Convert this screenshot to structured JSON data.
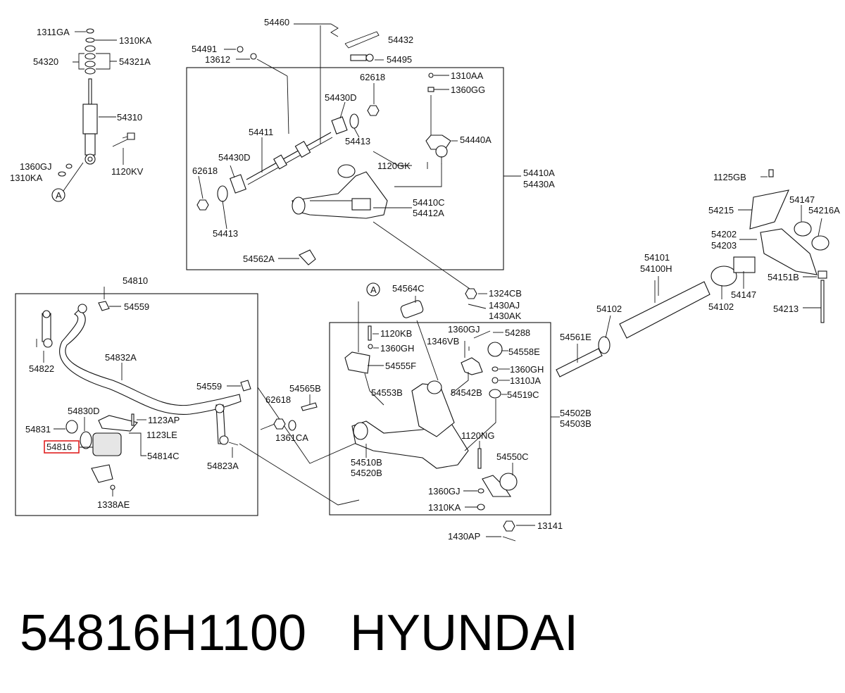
{
  "footer": {
    "part_number": "54816H1100",
    "brand": "HYUNDAI"
  },
  "highlight": "54816",
  "labels": {
    "l_1311GA": "1311GA",
    "l_1310KA_a": "1310KA",
    "l_54320": "54320",
    "l_54321A": "54321A",
    "l_54310": "54310",
    "l_1360GJ_a": "1360GJ",
    "l_1310KA_b": "1310KA",
    "l_1120KV": "1120KV",
    "l_A_1": "A",
    "l_54460": "54460",
    "l_54432": "54432",
    "l_54491": "54491",
    "l_13612": "13612",
    "l_54495": "54495",
    "l_62618_a": "62618",
    "l_1310AA": "1310AA",
    "l_1360GG": "1360GG",
    "l_54430D_a": "54430D",
    "l_54413_a": "54413",
    "l_54411": "54411",
    "l_54440A": "54440A",
    "l_54430D_b": "54430D",
    "l_1120GK": "1120GK",
    "l_62618_b": "62618",
    "l_54410A": "54410A",
    "l_54430A": "54430A",
    "l_54410C": "54410C",
    "l_54412A": "54412A",
    "l_54413_b": "54413",
    "l_54562A": "54562A",
    "l_1125GB": "1125GB",
    "l_54215": "54215",
    "l_54147_a": "54147",
    "l_54216A": "54216A",
    "l_54202": "54202",
    "l_54203": "54203",
    "l_54101": "54101",
    "l_54100H": "54100H",
    "l_54151B": "54151B",
    "l_54147_b": "54147",
    "l_54102_a": "54102",
    "l_54213": "54213",
    "l_54102_b": "54102",
    "l_54561E": "54561E",
    "l_54810": "54810",
    "l_54559_a": "54559",
    "l_54822": "54822",
    "l_54832A": "54832A",
    "l_54559_b": "54559",
    "l_54830D": "54830D",
    "l_54831": "54831",
    "l_1123AP": "1123AP",
    "l_1123LE": "1123LE",
    "l_54816": "54816",
    "l_54814C": "54814C",
    "l_54823A": "54823A",
    "l_1338AE": "1338AE",
    "l_54564C": "54564C",
    "l_1324CB": "1324CB",
    "l_1430AJ": "1430AJ",
    "l_1430AK": "1430AK",
    "l_A_2": "A",
    "l_1120KB": "1120KB",
    "l_1360GH_a": "1360GH",
    "l_1360GJ_b": "1360GJ",
    "l_54288": "54288",
    "l_1346VB": "1346VB",
    "l_54558E": "54558E",
    "l_54555F": "54555F",
    "l_1360GH_b": "1360GH",
    "l_1310JA": "1310JA",
    "l_54542B": "54542B",
    "l_54519C": "54519C",
    "l_54553B": "54553B",
    "l_54502B": "54502B",
    "l_54503B": "54503B",
    "l_54565B": "54565B",
    "l_62618_c": "62618",
    "l_1361CA": "1361CA",
    "l_1120NG": "1120NG",
    "l_54510B": "54510B",
    "l_54520B": "54520B",
    "l_54550C": "54550C",
    "l_1360GJ_c": "1360GJ",
    "l_1310KA_c": "1310KA",
    "l_13141": "13141",
    "l_1430AP": "1430AP"
  }
}
